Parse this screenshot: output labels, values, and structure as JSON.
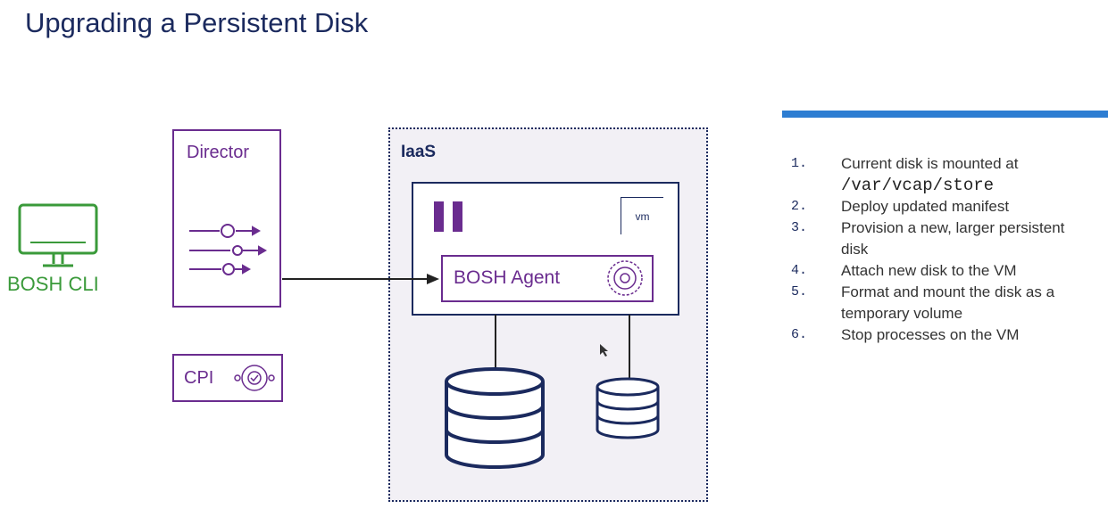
{
  "title": "Upgrading a Persistent Disk",
  "bosh_cli": {
    "label": "BOSH CLI"
  },
  "director": {
    "label": "Director"
  },
  "cpi": {
    "label": "CPI"
  },
  "iaas": {
    "label": "IaaS"
  },
  "vm": {
    "tag": "vm"
  },
  "agent": {
    "label": "BOSH Agent"
  },
  "colors": {
    "navy": "#1b2a5e",
    "purple": "#6a2c8f",
    "green": "#3a9a3a",
    "blue": "#2d7dd2"
  },
  "steps": [
    {
      "num": "1.",
      "text": "Current disk is mounted at",
      "code": "/var/vcap/store"
    },
    {
      "num": "2.",
      "text": "Deploy updated manifest"
    },
    {
      "num": "3.",
      "text": "Provision a new, larger persistent disk"
    },
    {
      "num": "4.",
      "text": "Attach new disk to the VM"
    },
    {
      "num": "5.",
      "text": "Format and mount the disk as a temporary volume"
    },
    {
      "num": "6.",
      "text": "Stop processes on the VM"
    }
  ]
}
